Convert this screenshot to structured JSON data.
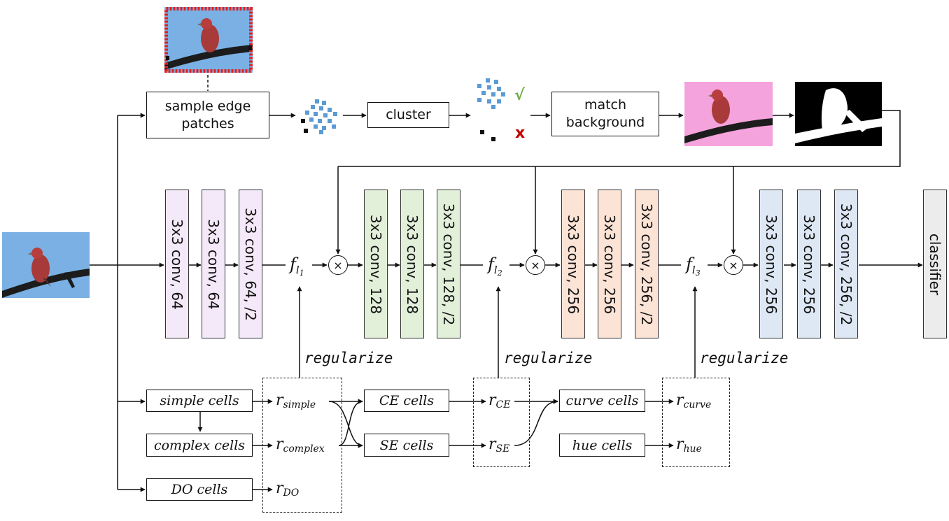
{
  "pipeline": {
    "sample_edge_patches": "sample edge\npatches",
    "cluster": "cluster",
    "match_background": "match\nbackground",
    "check_mark": "√",
    "cross_mark": "x"
  },
  "layers": [
    {
      "label": "3x3 conv, 64"
    },
    {
      "label": "3x3 conv, 64"
    },
    {
      "label": "3x3 conv, 64, /2"
    },
    {
      "label": "3x3 conv, 128"
    },
    {
      "label": "3x3 conv, 128"
    },
    {
      "label": "3x3 conv, 128, /2"
    },
    {
      "label": "3x3 conv, 256"
    },
    {
      "label": "3x3 conv, 256"
    },
    {
      "label": "3x3 conv, 256, /2"
    },
    {
      "label": "3x3 conv, 256"
    },
    {
      "label": "3x3 conv, 256"
    },
    {
      "label": "3x3 conv, 256, /2"
    },
    {
      "label": "classifier"
    }
  ],
  "features": {
    "f": "f",
    "l": "l",
    "i1": "1",
    "i2": "2",
    "i3": "3"
  },
  "regularize": "regularize",
  "cells": {
    "simple": "simple cells",
    "complex": "complex cells",
    "do": "DO cells",
    "ce": "CE cells",
    "se": "SE cells",
    "curve": "curve cells",
    "hue": "hue cells"
  },
  "responses": {
    "r": "r",
    "simple": "simple",
    "complex": "complex",
    "do": "DO",
    "ce": "CE",
    "se": "SE",
    "curve": "curve",
    "hue": "hue"
  },
  "multiply_symbol": "×",
  "colors": {
    "purple_layers": "#f3e9f8",
    "green_layers": "#e2efd9",
    "orange_layers": "#fbe3d6",
    "blue_layers": "#dee8f4",
    "classifier": "#ececec",
    "patches": "#5b9bd5",
    "check": "#70ad47",
    "cross": "#c00000",
    "sky": "#7ab0e4",
    "pink_background": "#f5a3dc"
  }
}
